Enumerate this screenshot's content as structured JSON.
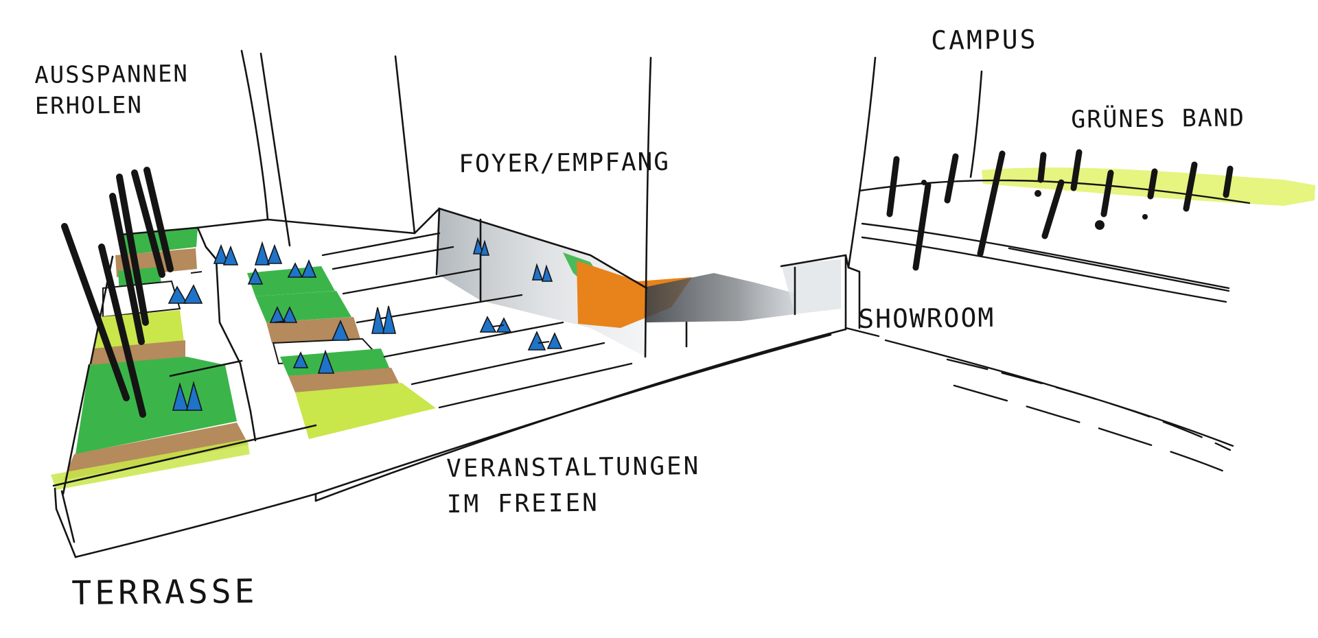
{
  "sketch": {
    "labels": {
      "ausspannen": [
        "AUSSPANNEN",
        "ERHOLEN"
      ],
      "foyer": "FOYER/EMPFANG",
      "campus": "CAMPUS",
      "gruenes_band": "GRÜNES BAND",
      "showroom": "SHOWROOM",
      "veranstaltungen": [
        "VERANSTALTUNGEN",
        "IM FREIEN"
      ],
      "terrasse": "TERRASSE"
    },
    "colors": {
      "ink": "#141414",
      "lawn": "#3bb54a",
      "lime": "#c9e64a",
      "timber": "#b58a5c",
      "figures": "#1f73c9",
      "orange": "#e8821a",
      "glass": "#8e979e",
      "highlighter": "#e2f26a",
      "paper": "#ffffff"
    }
  }
}
